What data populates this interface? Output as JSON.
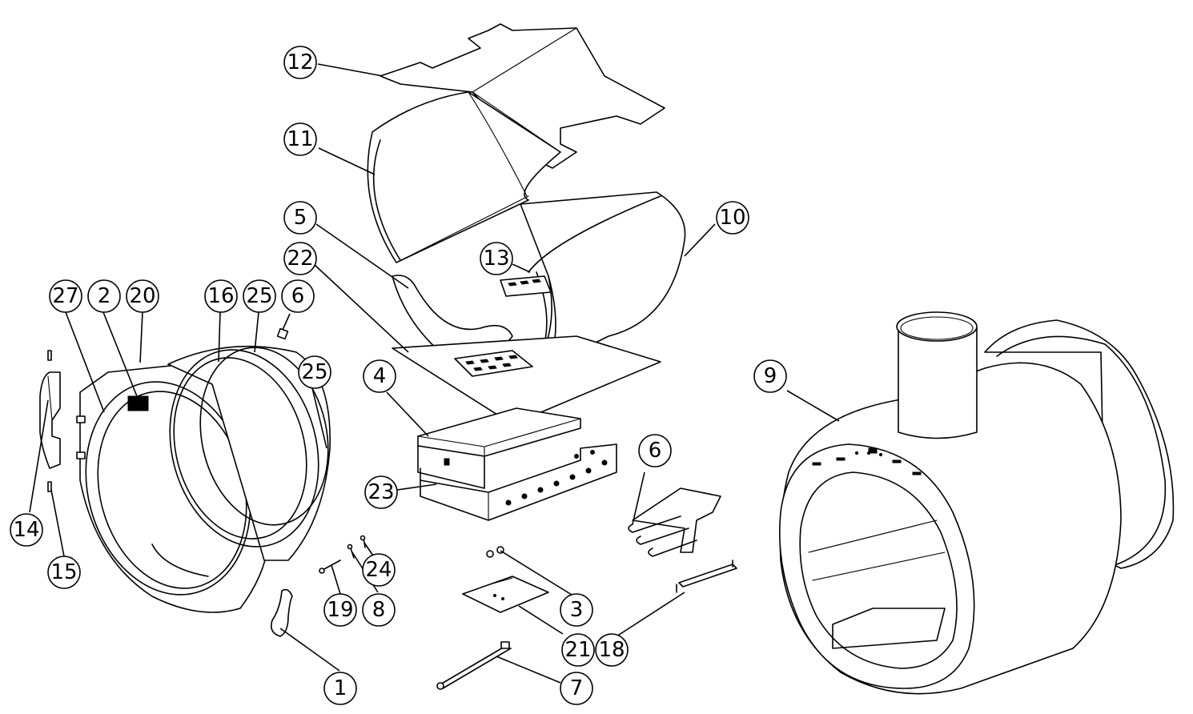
{
  "callouts": [
    {
      "id": "c1",
      "label": "1"
    },
    {
      "id": "c2",
      "label": "2"
    },
    {
      "id": "c3",
      "label": "3"
    },
    {
      "id": "c4",
      "label": "4"
    },
    {
      "id": "c5",
      "label": "5"
    },
    {
      "id": "c6a",
      "label": "6"
    },
    {
      "id": "c6b",
      "label": "6"
    },
    {
      "id": "c7",
      "label": "7"
    },
    {
      "id": "c8",
      "label": "8"
    },
    {
      "id": "c9",
      "label": "9"
    },
    {
      "id": "c10",
      "label": "10"
    },
    {
      "id": "c11",
      "label": "11"
    },
    {
      "id": "c12",
      "label": "12"
    },
    {
      "id": "c13",
      "label": "13"
    },
    {
      "id": "c14",
      "label": "14"
    },
    {
      "id": "c15",
      "label": "15"
    },
    {
      "id": "c16",
      "label": "16"
    },
    {
      "id": "c18",
      "label": "18"
    },
    {
      "id": "c19",
      "label": "19"
    },
    {
      "id": "c20",
      "label": "20"
    },
    {
      "id": "c21",
      "label": "21"
    },
    {
      "id": "c22",
      "label": "22"
    },
    {
      "id": "c23",
      "label": "23"
    },
    {
      "id": "c24",
      "label": "24"
    },
    {
      "id": "c25a",
      "label": "25"
    },
    {
      "id": "c25b",
      "label": "25"
    },
    {
      "id": "c27",
      "label": "27"
    }
  ]
}
